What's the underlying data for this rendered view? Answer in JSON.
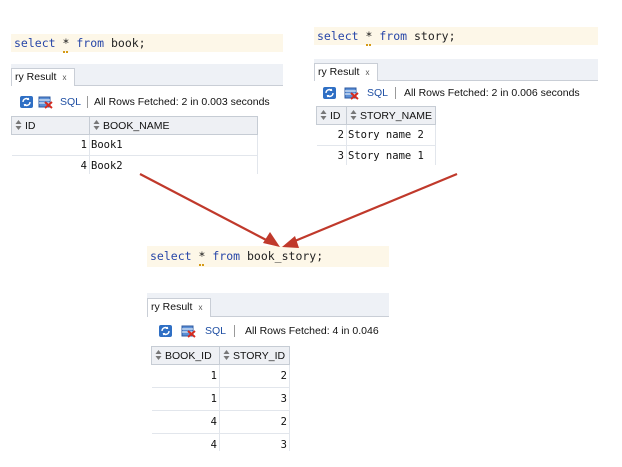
{
  "query_book": {
    "sql_parts": [
      "select",
      " ",
      "*",
      " ",
      "from",
      " book;"
    ],
    "tab_label": "ry Result",
    "tab_close": "x",
    "sql_button": "SQL",
    "status": "All Rows Fetched: 2 in 0.003 seconds",
    "columns": [
      "ID",
      "BOOK_NAME"
    ],
    "rows": [
      {
        "id": "1",
        "name": "Book1"
      },
      {
        "id": "4",
        "name": "Book2"
      }
    ]
  },
  "query_story": {
    "sql_parts": [
      "select",
      " ",
      "*",
      " ",
      "from",
      " story;"
    ],
    "tab_label": "ry Result",
    "tab_close": "x",
    "sql_button": "SQL",
    "status": "All Rows Fetched: 2 in 0.006 seconds",
    "columns": [
      "ID",
      "STORY_NAME"
    ],
    "rows": [
      {
        "id": "2",
        "name": "Story name 2"
      },
      {
        "id": "3",
        "name": "Story name 1"
      }
    ]
  },
  "query_book_story": {
    "sql_parts": [
      "select",
      " ",
      "*",
      " ",
      "from",
      " book_story;"
    ],
    "tab_label": "ry Result",
    "tab_close": "x",
    "sql_button": "SQL",
    "status": "All Rows Fetched: 4 in 0.046",
    "columns": [
      "BOOK_ID",
      "STORY_ID"
    ],
    "rows": [
      {
        "book_id": "1",
        "story_id": "2"
      },
      {
        "book_id": "1",
        "story_id": "3"
      },
      {
        "book_id": "4",
        "story_id": "2"
      },
      {
        "book_id": "4",
        "story_id": "3"
      }
    ]
  },
  "colors": {
    "arrow": "#c0392b",
    "keyword": "#2746a8",
    "editor_bg": "#fdf7e8"
  },
  "icons": [
    "refresh-icon",
    "delete-icon",
    "sorter-icon",
    "arrow-down-right",
    "arrow-down-left"
  ]
}
